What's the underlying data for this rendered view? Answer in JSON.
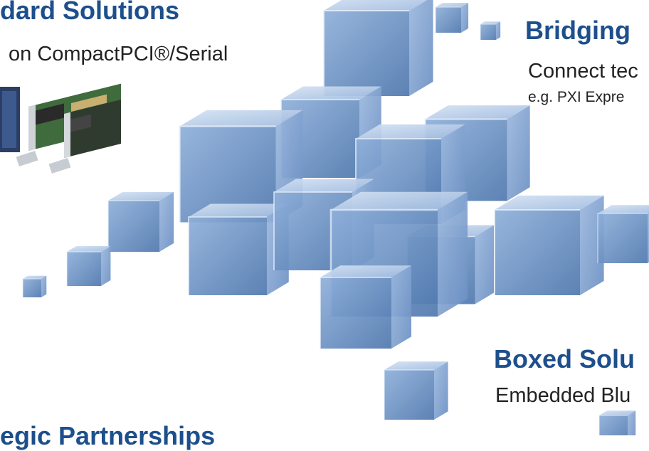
{
  "sections": {
    "standard": {
      "heading": "dard Solutions",
      "subtitle": "on CompactPCI®/Serial"
    },
    "bridging": {
      "heading": "Bridging",
      "subtitle": "Connect tec",
      "note": "e.g. PXI Expre"
    },
    "boxed": {
      "heading": "Boxed Solu",
      "subtitle": "Embedded Blu"
    },
    "strategic": {
      "heading": "egic Partnerships"
    }
  },
  "colors": {
    "heading": "#1d4f8c",
    "cube_light": "#aac3e4",
    "cube_mid": "#7ea2cf",
    "cube_dark": "#4f78ae"
  },
  "icons": [
    "cube-icon",
    "hardware-product-image"
  ]
}
